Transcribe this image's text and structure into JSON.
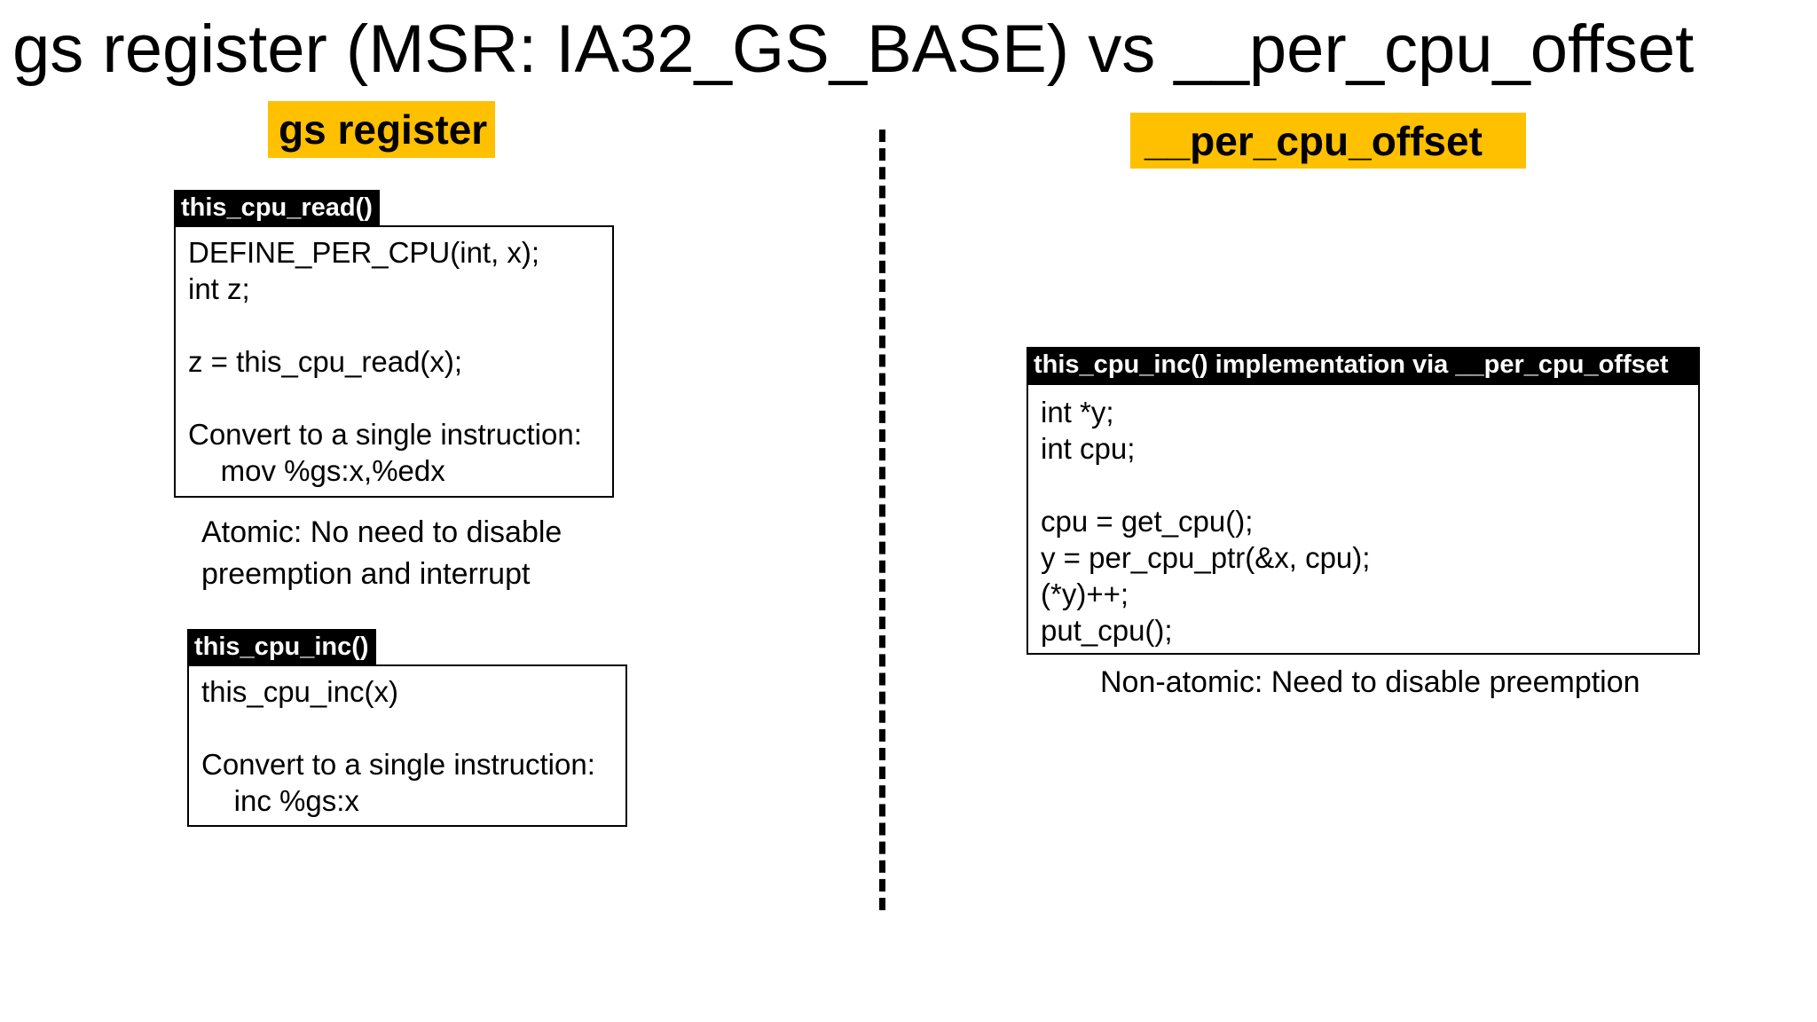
{
  "slide": {
    "title": "gs register (MSR: IA32_GS_BASE) vs __per_cpu_offset"
  },
  "left": {
    "section_label": "gs register",
    "read_box": {
      "tab": "this_cpu_read()",
      "lines": [
        "DEFINE_PER_CPU(int, x);",
        "int z;",
        "",
        "z = this_cpu_read(x);",
        "",
        "Convert to a single instruction:",
        "    mov %gs:x,%edx"
      ]
    },
    "atomic_note": [
      "Atomic: No need to disable",
      "preemption and interrupt"
    ],
    "inc_box": {
      "tab": "this_cpu_inc()",
      "lines": [
        "this_cpu_inc(x)",
        "",
        "Convert to a single instruction:",
        "    inc %gs:x"
      ]
    }
  },
  "right": {
    "section_label": "__per_cpu_offset",
    "impl_box": {
      "tab": "this_cpu_inc() implementation via __per_cpu_offset",
      "lines": [
        "int *y;",
        "int cpu;",
        "",
        "cpu = get_cpu();",
        "y = per_cpu_ptr(&x, cpu);",
        "(*y)++;",
        "put_cpu();"
      ]
    },
    "nonatomic_note": "Non-atomic: Need to disable preemption"
  },
  "colors": {
    "label_fill": "#ffc000",
    "tab_fill": "#000000",
    "tab_text": "#ffffff",
    "text": "#000000",
    "background": "#ffffff"
  }
}
